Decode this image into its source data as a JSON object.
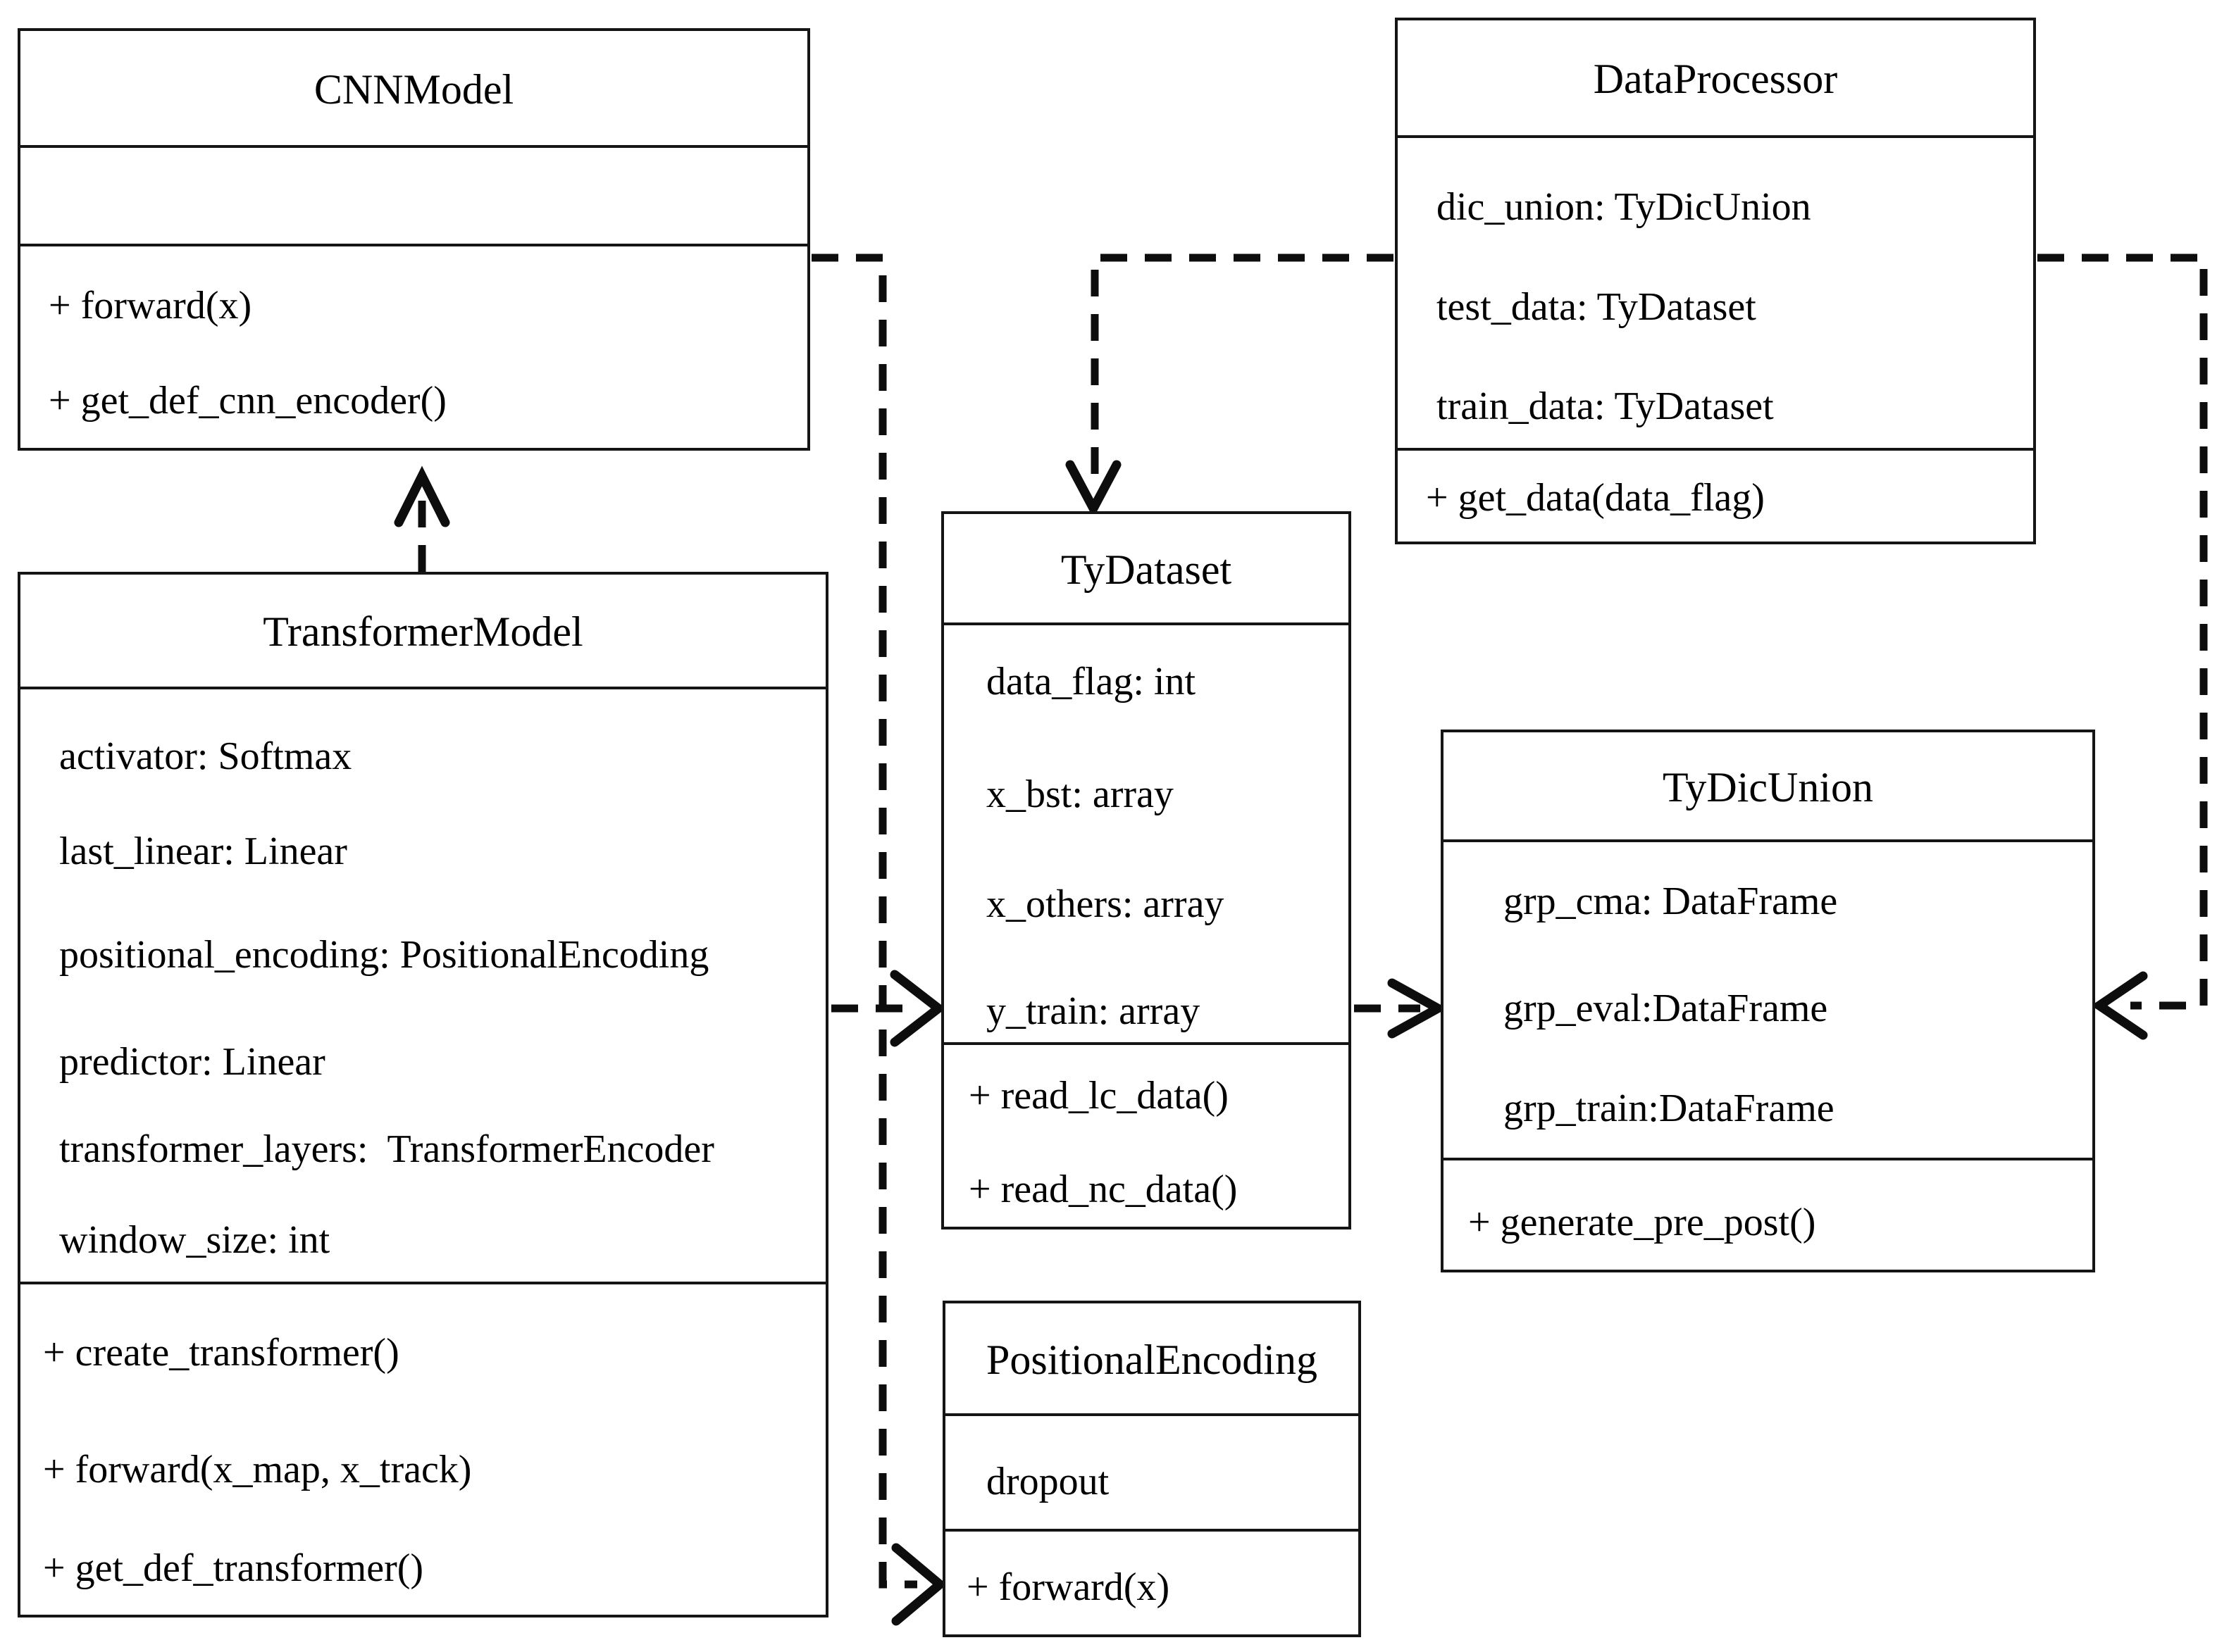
{
  "diagram_type": "uml-class-diagram",
  "classes": [
    {
      "id": "cnn",
      "name": "CNNModel",
      "attributes": [],
      "methods": [
        "+ forward(x)",
        "+ get_def_cnn_encoder()"
      ]
    },
    {
      "id": "transformer",
      "name": "TransformerModel",
      "attributes": [
        "activator: Softmax",
        "last_linear: Linear",
        "positional_encoding: PositionalEncoding",
        "predictor: Linear",
        "transformer_layers:  TransformerEncoder",
        "window_size: int"
      ],
      "methods": [
        "+ create_transformer()",
        "+ forward(x_map, x_track)",
        "+ get_def_transformer()"
      ]
    },
    {
      "id": "dataProcessor",
      "name": "DataProcessor",
      "attributes": [
        "dic_union: TyDicUnion",
        "test_data: TyDataset",
        "train_data: TyDataset"
      ],
      "methods": [
        "+ get_data(data_flag)"
      ]
    },
    {
      "id": "tyDataset",
      "name": "TyDataset",
      "attributes": [
        "data_flag: int",
        "x_bst: array",
        "x_others: array",
        "y_train: array"
      ],
      "methods": [
        "+ read_lc_data()",
        "+ read_nc_data()"
      ]
    },
    {
      "id": "tyDicUnion",
      "name": "TyDicUnion",
      "attributes": [
        "grp_cma: DataFrame",
        "grp_eval:DataFrame",
        "grp_train:DataFrame"
      ],
      "methods": [
        "+ generate_pre_post()"
      ]
    },
    {
      "id": "positionalEncoding",
      "name": "PositionalEncoding",
      "attributes": [
        "dropout"
      ],
      "methods": [
        "+ forward(x)"
      ]
    }
  ],
  "relationships": [
    {
      "from": "TransformerModel",
      "to": "CNNModel",
      "type": "dashed-dependency-arrow"
    },
    {
      "from": "CNNModel",
      "to": "PositionalEncoding",
      "type": "dashed-dependency-arrow"
    },
    {
      "from": "TransformerModel",
      "to": "TyDataset",
      "type": "dashed-dependency-arrow"
    },
    {
      "from": "TyDataset",
      "to": "TyDicUnion",
      "type": "dashed-dependency-arrow"
    },
    {
      "from": "DataProcessor",
      "to": "TyDataset",
      "type": "dashed-dependency-arrow"
    },
    {
      "from": "DataProcessor",
      "to": "TyDicUnion",
      "type": "dashed-dependency-arrow"
    }
  ]
}
